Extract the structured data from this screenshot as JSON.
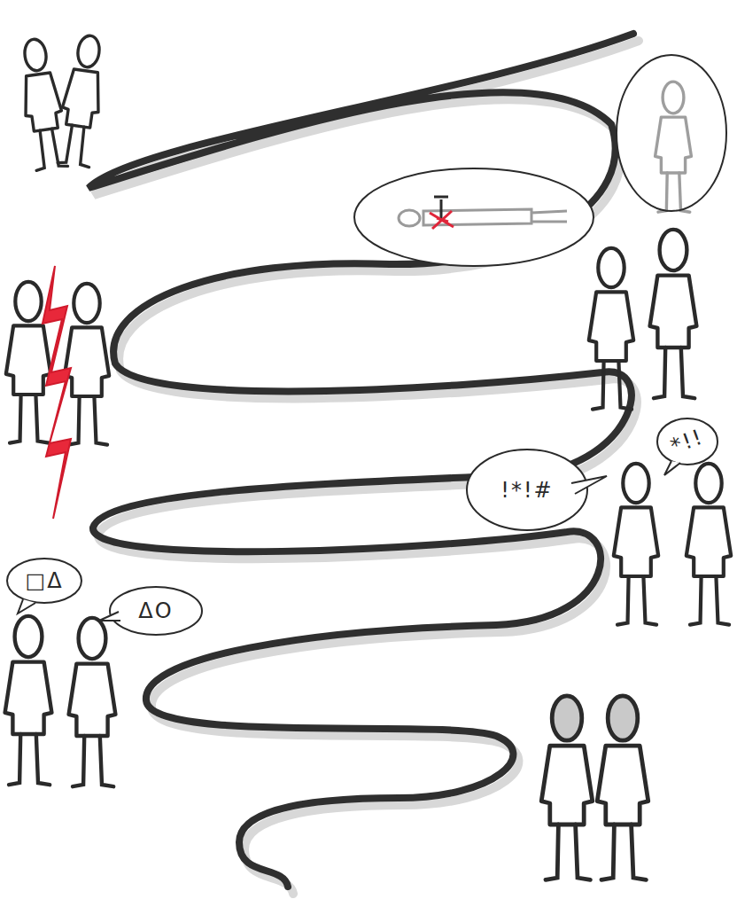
{
  "diagram": {
    "nodes": [
      {
        "text": [
          "*!!"
        ]
      },
      {
        "text": [
          "!*!#"
        ]
      },
      {
        "text": [
          "□Δ"
        ]
      },
      {
        "text": [
          "ΔO"
        ]
      }
    ]
  }
}
